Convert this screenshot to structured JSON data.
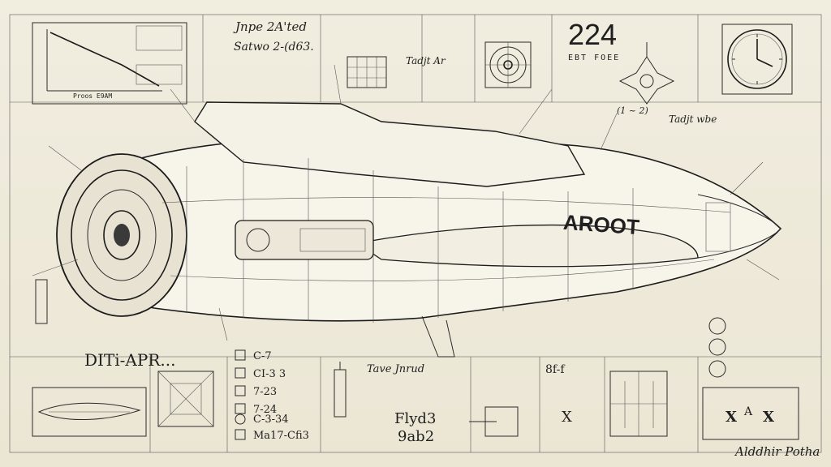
{
  "labels": {
    "top_note_1": "Jnpe 2A'ted",
    "top_note_2": "Satwo 2-(d63.",
    "title_number": "224",
    "title_sub": "EBT FOEE",
    "chart_x_label": "Proos E9AM",
    "side_note": "Tadjt Ar",
    "right_note": "Tadjt wbe",
    "right_note_small": "(1 ~ 2)",
    "ship_name": "AROOT",
    "left_big_note": "DITi-APR...",
    "legend": [
      "C-7",
      "CI-3 3",
      "7-23",
      "7-24",
      "C-3-34",
      "Ma17-Cfi3"
    ],
    "middle_note": "Tave Jnrud",
    "bottom_note_1": "Flyd3",
    "bottom_note_2": "9ab2",
    "bottom_right_note": "8f-f",
    "bottom_right_label": "X",
    "formula_left": "X",
    "formula_mid": "A",
    "formula_right": "X",
    "signature": "Alddhir Potha"
  },
  "icons": {
    "clock": "wall-clock-icon",
    "target": "crosshair-target-icon",
    "spaceship": "spaceship-drawing",
    "ornament": "ornament-icon"
  },
  "colors": {
    "paper": "#efebdc",
    "ink": "#1f1f1f"
  }
}
